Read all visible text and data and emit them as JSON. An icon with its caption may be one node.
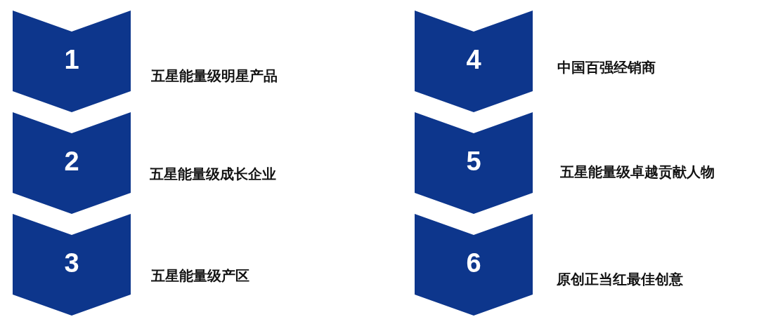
{
  "diagram": {
    "nodes": [
      {
        "text": [
          "1"
        ],
        "beside": [
          "五星能量级明星产品"
        ]
      },
      {
        "text": [
          "2"
        ],
        "beside": [
          "五星能量级成长企业"
        ]
      },
      {
        "text": [
          "3"
        ],
        "beside": [
          "五星能量级产区"
        ]
      },
      {
        "text": [
          "4"
        ],
        "beside": [
          "中国百强经销商"
        ]
      },
      {
        "text": [
          "5"
        ],
        "beside": [
          "五星能量级卓越贡献人物"
        ]
      },
      {
        "text": [
          "6"
        ],
        "beside": [
          "原创正当红最佳创意"
        ]
      }
    ]
  }
}
